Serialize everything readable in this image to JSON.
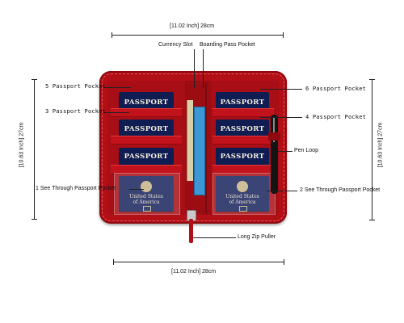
{
  "dimensions": {
    "top_width": "[11.02 Inch] 28cm",
    "bottom_width": "[11.02 Inch] 28cm",
    "left_height": "[10.63 Inch] 27cm",
    "right_height": "[10.63 Inch] 27cm"
  },
  "callouts": {
    "currency_slot": "Currency Slot",
    "boarding_pass_pocket": "Boarding Pass Pocket",
    "pocket5": "5 Passport Pocket",
    "pocket3": "3 Passport Pocket",
    "pocket6": "6 Passport Pocket",
    "pocket4": "4 Passport Pocket",
    "pen_loop": "Pen Loop",
    "see_through1": "1 See Through Passport Pocket",
    "see_through2": "2 See Through Passport Pocket",
    "zip_puller": "Long Zip Puller"
  },
  "passport_label": "PASSPORT",
  "cover_text": {
    "line1": "United States",
    "line2": "of America"
  },
  "colors": {
    "leather": "#b30f17",
    "leather_dark": "#7a0b10",
    "passport_blue": "#0f1d52",
    "currency_blue": "#3c97d6"
  }
}
